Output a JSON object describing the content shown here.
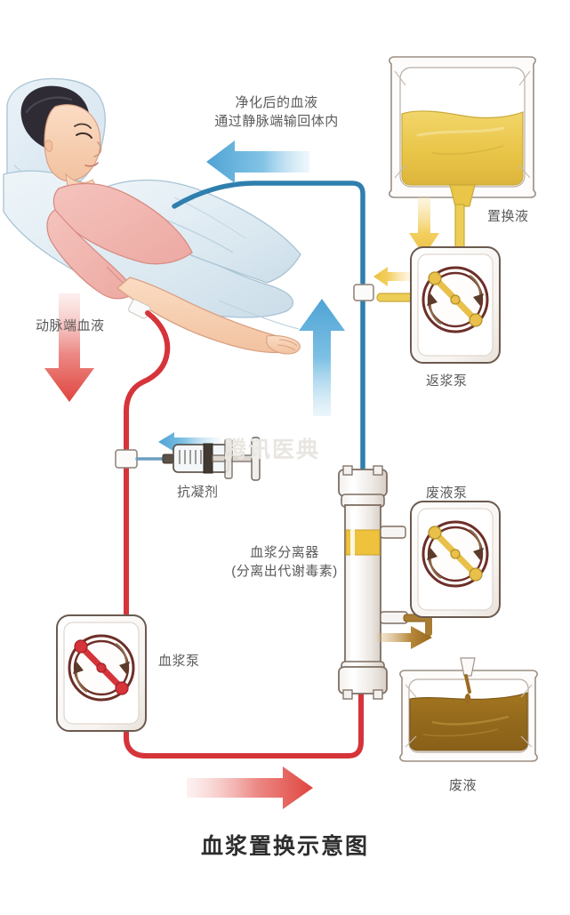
{
  "title": "血浆置换示意图",
  "watermark": "腾讯医典",
  "labels": {
    "venous_return_line1": "净化后的血液",
    "venous_return_line2": "通过静脉端输回体内",
    "arterial_blood": "动脉端血液",
    "replacement_fluid": "置换液",
    "return_plasma_pump": "返浆泵",
    "waste_pump": "废液泵",
    "anticoagulant": "抗凝剂",
    "separator_line1": "血浆分离器",
    "separator_line2": "(分离出代谢毒素)",
    "plasma_pump": "血浆泵",
    "waste_fluid": "废液"
  },
  "colors": {
    "blood_red": "#d5343a",
    "venous_blue": "#2f7fae",
    "arrow_blue": "#5aa8d6",
    "arrow_yellow": "#f3c544",
    "arrow_brown": "#9a6c22",
    "replacement_yellow": "#eec94e",
    "waste_brown": "#9a6b20",
    "gown_pink": "#f0b3ad",
    "bedding_blue": "#d9e7ef",
    "skin": "#f6cfb4",
    "hair": "#2c2a33",
    "device_outline": "#6b5a4f",
    "pump_red": "#d5343a",
    "pump_yellow": "#e8c04a",
    "text_gray": "#5a5a5a",
    "title_dark": "#2e2e2e",
    "watermark_gray": "#e9e6e2"
  }
}
